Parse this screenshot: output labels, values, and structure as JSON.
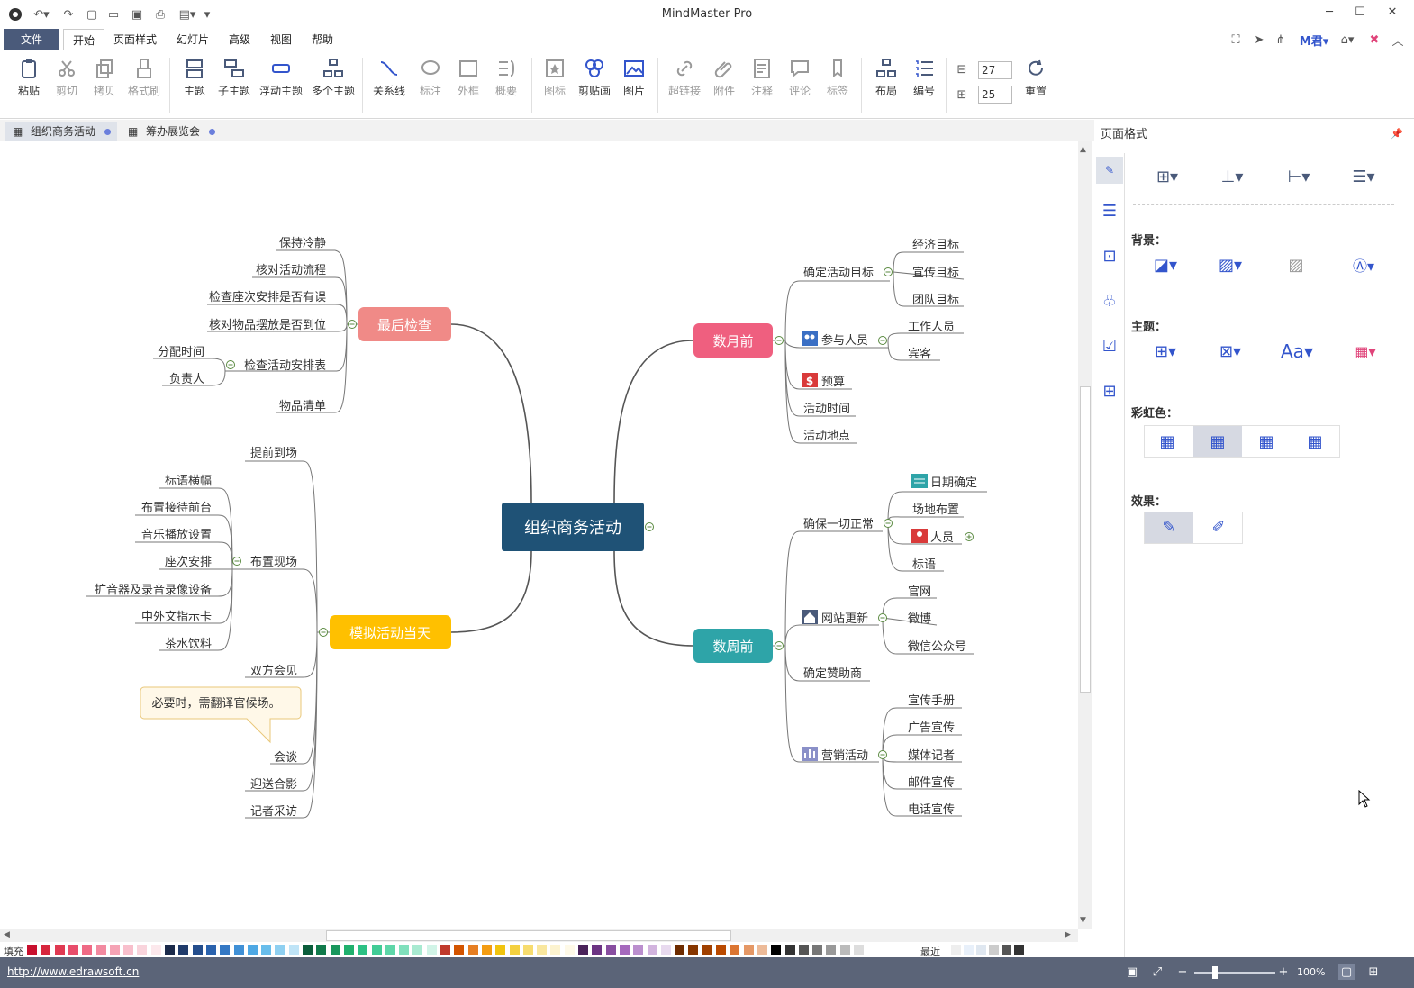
{
  "app": {
    "title": "MindMaster Pro"
  },
  "menu": {
    "file": "文件",
    "items": [
      "开始",
      "页面样式",
      "幻灯片",
      "高级",
      "视图",
      "帮助"
    ]
  },
  "ribbon": {
    "paste": "粘贴",
    "cut": "剪切",
    "copy": "拷贝",
    "format_painter": "格式刷",
    "topic": "主题",
    "subtopic": "子主题",
    "floating_topic": "浮动主题",
    "multi_topic": "多个主题",
    "relationship": "关系线",
    "callout": "标注",
    "boundary": "外框",
    "summary": "概要",
    "icon": "图标",
    "clipart": "剪贴画",
    "image": "图片",
    "hyperlink": "超链接",
    "attachment": "附件",
    "note": "注释",
    "comment": "评论",
    "tag": "标签",
    "layout": "布局",
    "numbering": "编号",
    "spacing_h": "27",
    "spacing_v": "25",
    "reset": "重置"
  },
  "tabs": [
    {
      "label": "组织商务活动"
    },
    {
      "label": "筹办展览会"
    }
  ],
  "right_panel": {
    "title": "页面格式",
    "background_label": "背景：",
    "theme_label": "主题：",
    "rainbow_label": "彩虹色：",
    "effect_label": "效果："
  },
  "mindmap": {
    "center": "组织商务活动",
    "final_check": {
      "label": "最后检查",
      "children": [
        "保持冷静",
        "核对活动流程",
        "检查座次安排是否有误",
        "核对物品摆放是否到位",
        "检查活动安排表",
        "物品清单"
      ],
      "schedule_children": [
        "分配时间",
        "负责人"
      ]
    },
    "day_of": {
      "label": "模拟活动当天",
      "children": [
        "提前到场",
        "布置现场",
        "双方会见",
        "会谈",
        "迎送合影",
        "记者采访"
      ],
      "setup_children": [
        "标语横幅",
        "布置接待前台",
        "音乐播放设置",
        "座次安排",
        "扩音器及录音录像设备",
        "中外文指示卡",
        "茶水饮料"
      ],
      "callout": "必要时，需翻译官候场。"
    },
    "months_before": {
      "label": "数月前",
      "goal": "确定活动目标",
      "goal_children": [
        "经济目标",
        "宣传目标",
        "团队目标"
      ],
      "people": "参与人员",
      "people_children": [
        "工作人员",
        "宾客"
      ],
      "budget": "预算",
      "time": "活动时间",
      "place": "活动地点"
    },
    "weeks_before": {
      "label": "数周前",
      "ensure": "确保一切正常",
      "ensure_children": [
        "日期确定",
        "场地布置",
        "人员",
        "标语"
      ],
      "website": "网站更新",
      "website_children": [
        "官网",
        "微博",
        "微信公众号"
      ],
      "sponsor": "确定赞助商",
      "marketing": "营销活动",
      "marketing_children": [
        "宣传手册",
        "广告宣传",
        "媒体记者",
        "邮件宣传",
        "电话宣传"
      ]
    }
  },
  "colorbar": {
    "fill_label": "填充",
    "recent_label": "最近"
  },
  "status": {
    "url": "http://www.edrawsoft.cn",
    "zoom": "100%"
  },
  "colors": {
    "center": "#1f5276",
    "final_check": "#f08a87",
    "day_of": "#ffc000",
    "months_before": "#ef5f7f",
    "weeks_before": "#2ea4a8"
  }
}
